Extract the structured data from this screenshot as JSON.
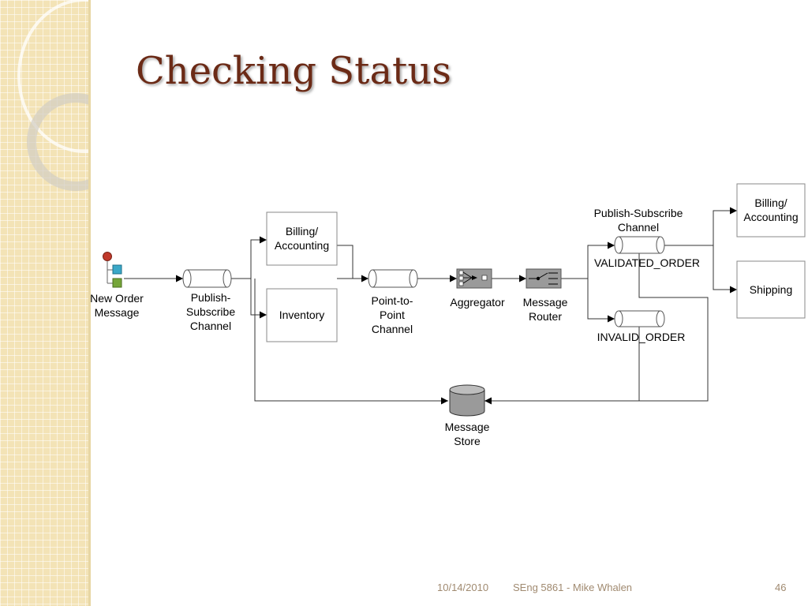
{
  "slide": {
    "title": "Checking Status",
    "footer": {
      "date": "10/14/2010",
      "course": "SEng 5861 - Mike Whalen",
      "page": "46"
    }
  },
  "diagram": {
    "labels": {
      "new_order_line1": "New Order",
      "new_order_line2": "Message",
      "pubsub_left_line1": "Publish-",
      "pubsub_left_line2": "Subscribe",
      "pubsub_left_line3": "Channel",
      "billing_mid_line1": "Billing/",
      "billing_mid_line2": "Accounting",
      "inventory": "Inventory",
      "p2p_line1": "Point-to-",
      "p2p_line2": "Point",
      "p2p_line3": "Channel",
      "aggregator": "Aggregator",
      "router_line1": "Message",
      "router_line2": "Router",
      "pubsub_right_line1": "Publish-Subscribe",
      "pubsub_right_line2": "Channel",
      "validated_order": "VALIDATED_ORDER",
      "invalid_order": "INVALID_ORDER",
      "billing_right_line1": "Billing/",
      "billing_right_line2": "Accounting",
      "shipping": "Shipping",
      "store_line1": "Message",
      "store_line2": "Store"
    }
  },
  "colors": {
    "title": "#6b2a16",
    "sidebar": "#f3e3b6",
    "footer": "#a08a70"
  }
}
